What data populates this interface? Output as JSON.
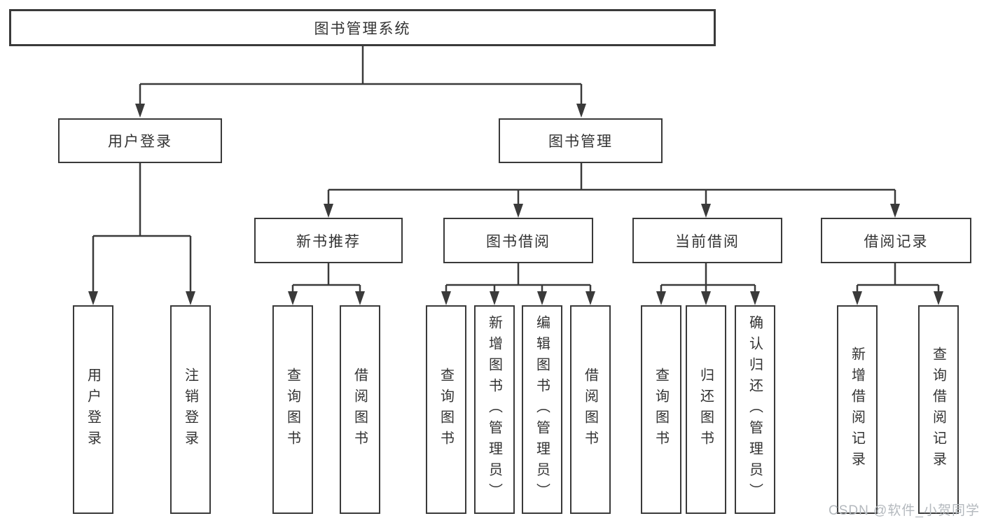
{
  "colors": {
    "line": "#3a3a3a",
    "box_border": "#3a3a3a",
    "text": "#333333",
    "background": "#ffffff",
    "watermark": "#b4b9be"
  },
  "tree": {
    "root": {
      "label": "图书管理系统"
    },
    "branches": [
      {
        "label": "用户登录",
        "leaves": [
          {
            "label": "用户登录"
          },
          {
            "label": "注销登录"
          }
        ]
      },
      {
        "label": "图书管理",
        "sections": [
          {
            "label": "新书推荐",
            "leaves": [
              {
                "label": "查询图书"
              },
              {
                "label": "借阅图书"
              }
            ]
          },
          {
            "label": "图书借阅",
            "leaves": [
              {
                "label": "查询图书"
              },
              {
                "label": "新增图书（管理员）"
              },
              {
                "label": "编辑图书（管理员）"
              },
              {
                "label": "借阅图书"
              }
            ]
          },
          {
            "label": "当前借阅",
            "leaves": [
              {
                "label": "查询图书"
              },
              {
                "label": "归还图书"
              },
              {
                "label": "确认归还（管理员）"
              }
            ]
          },
          {
            "label": "借阅记录",
            "leaves": [
              {
                "label": "新增借阅记录"
              },
              {
                "label": "查询借阅记录"
              }
            ]
          }
        ]
      }
    ]
  },
  "watermark": {
    "text": "CSDN @软件_小贺同学"
  }
}
